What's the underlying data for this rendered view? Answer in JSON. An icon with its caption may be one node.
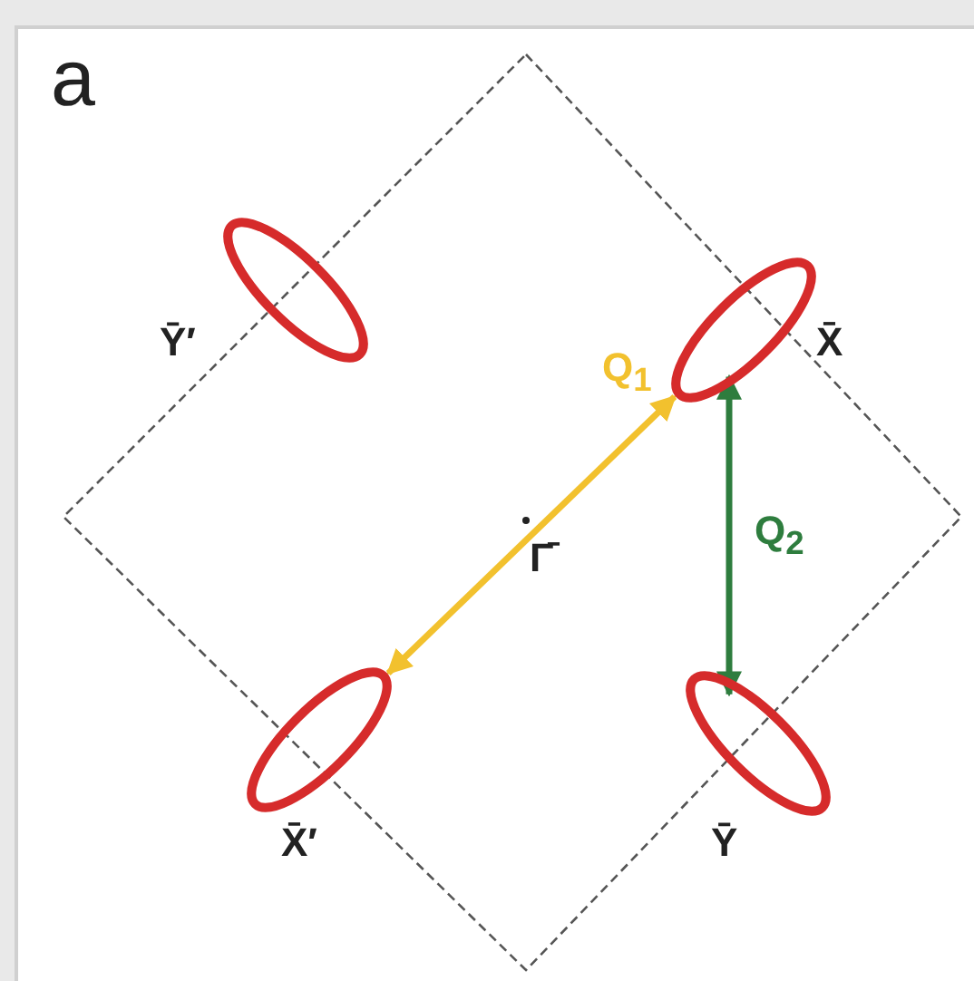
{
  "diagram": {
    "nodes": [
      {
        "text": [],
        "shape": "ellipse",
        "beside": [
          "Ȳ′"
        ]
      },
      {
        "text": [],
        "shape": "ellipse",
        "beside": [
          "X̄"
        ]
      },
      {
        "text": [],
        "shape": "ellipse",
        "beside": [
          "X̄′"
        ]
      },
      {
        "text": [],
        "shape": "ellipse",
        "beside": [
          "Ȳ"
        ]
      }
    ],
    "edges": [
      {
        "from": 2,
        "to": 1,
        "arrow": "both",
        "label": "Q$_{1}$",
        "color": "#f2c12e"
      },
      {
        "from": 1,
        "to": 3,
        "arrow": "both",
        "label": "Q$_{2}$",
        "color": "#2e7d3e"
      }
    ],
    "labels": [
      "a",
      "Γ̄"
    ]
  }
}
